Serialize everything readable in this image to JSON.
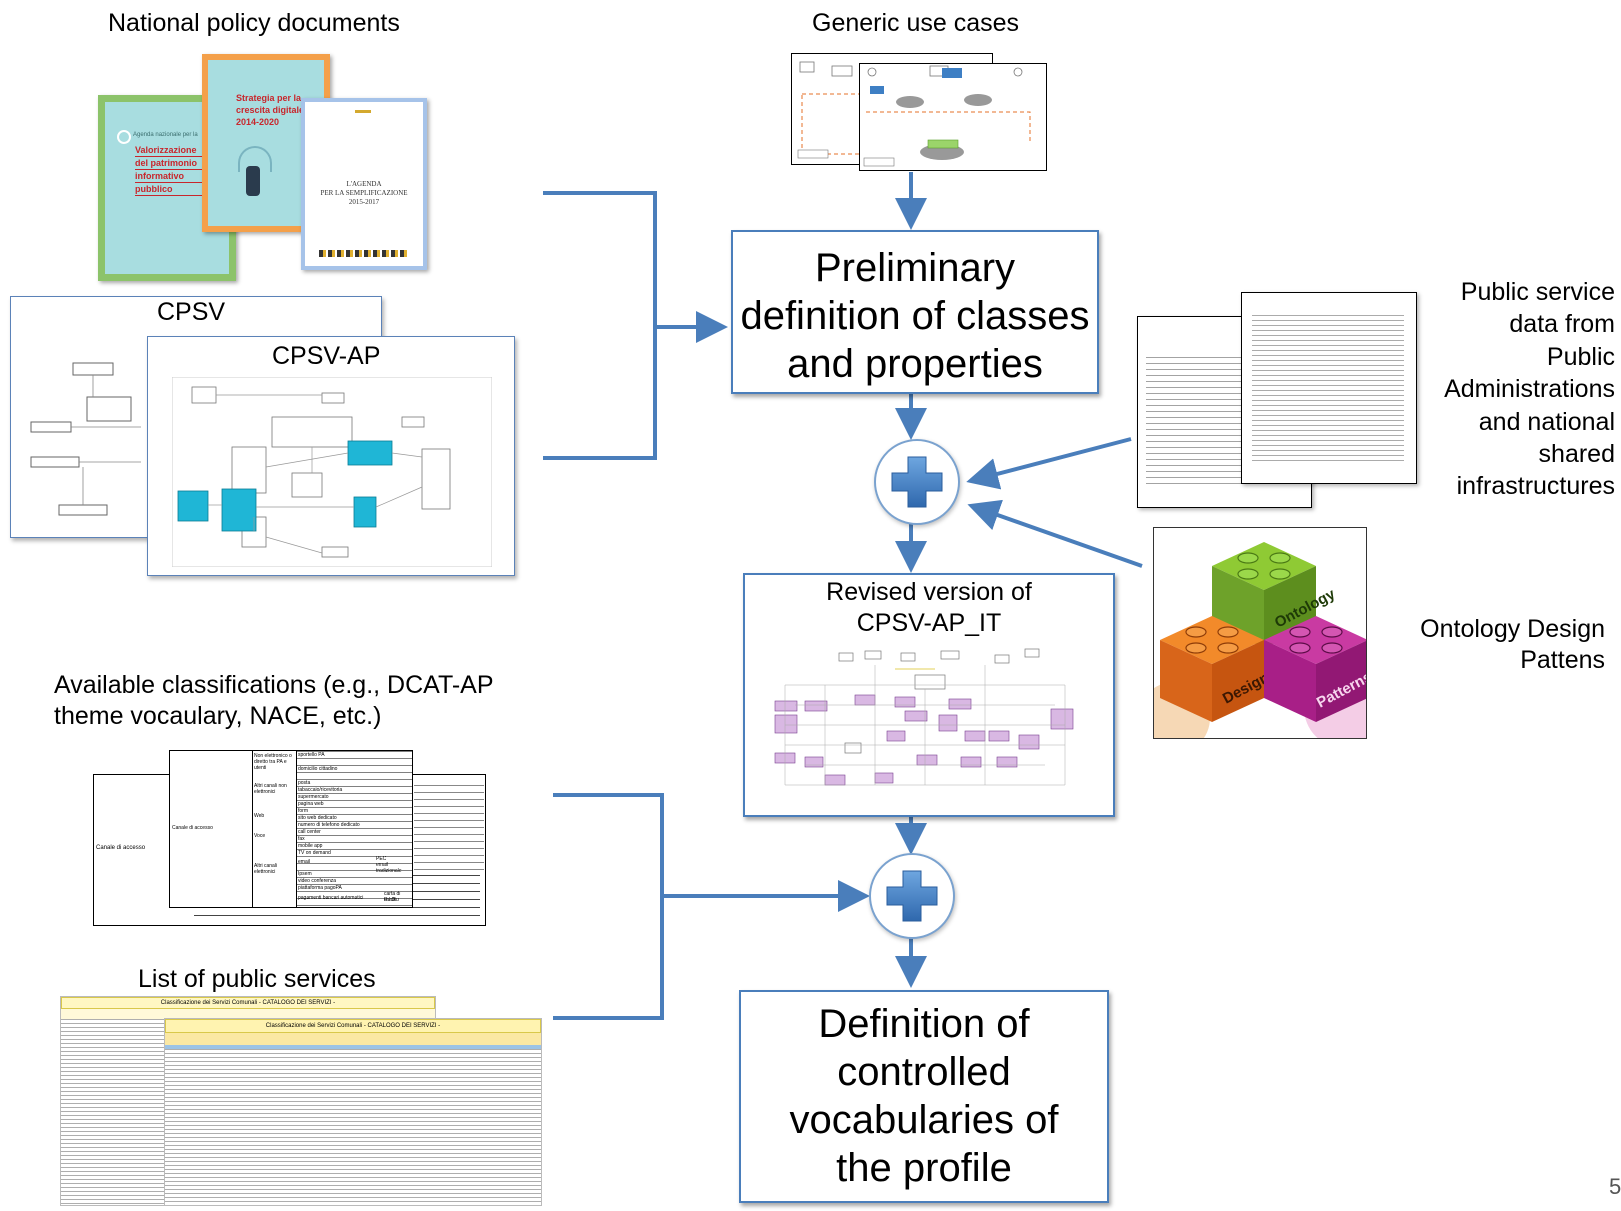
{
  "labels": {
    "national_policy": "National policy documents",
    "generic_use_cases": "Generic use cases",
    "cpsv": "CPSV",
    "cpsv_ap": "CPSV-AP",
    "classifications": "Available classifications (e.g., DCAT-AP theme vocaulary, NACE, etc.)",
    "classifications_line1": "Available classifications (e.g., DCAT-AP",
    "classifications_line2": "theme vocaulary, NACE, etc.)",
    "list_services": "List of public services",
    "public_service_data": [
      "Public service",
      "data from",
      "Public",
      "Administrations",
      "and national",
      "shared",
      "infrastructures"
    ],
    "odp": [
      "Ontology Design",
      "Pattens"
    ],
    "revised_line1": "Revised version of",
    "revised_line2": "CPSV-AP_IT"
  },
  "boxes": {
    "preliminary": [
      "Preliminary",
      "definition of classes",
      "and properties"
    ],
    "definition": [
      "Definition of",
      "controlled",
      "vocabularies of",
      "the profile"
    ]
  },
  "documents": {
    "doc_green": [
      "Agenda nazionale per la",
      "Valorizzazione",
      "del patrimonio",
      "informativo",
      "pubblico"
    ],
    "doc_orange": [
      "Strategia per la",
      "crescita digitale",
      "2014-2020"
    ],
    "doc_blue": [
      "L'AGENDA",
      "PER LA SEMPLIFICAZIONE",
      "2015-2017"
    ]
  },
  "blocks": {
    "ontology": "Ontology",
    "design": "Design",
    "patterns": "Patterns"
  },
  "spreadsheet": {
    "title1": "Classificazione dei Servizi Comunali - CATALOGO DEI SERVIZI -",
    "title2": "Classificazione dei Servizi Comunali - CATALOGO DEI SERVIZI -"
  },
  "table": {
    "left_cell": "Canale di accesso",
    "col_header": "Canale di accesso",
    "rows": [
      "Non elettronico o diretto tra PA e utenti",
      "Altri canali non elettronici",
      "Web",
      "Voce",
      "Altri canali elettronici"
    ],
    "right_values": [
      "sportello PA",
      "domicilio cittadino",
      "posta",
      "tabaccaio/ricevitoria",
      "supermercato",
      "pagina web",
      "form",
      "sito web dedicato",
      "numero di telefono dedicato",
      "call center",
      "fax",
      "mobile app",
      "TV on demand",
      "email",
      "PEC",
      "email tradizionale",
      "Ipsem",
      "video conferenza",
      "piattaforma pagoPA",
      "pagamenti bancari automatici",
      "carta di credito",
      "R.I.D."
    ]
  },
  "page_number": "5",
  "colors": {
    "accent": "#4a7ebb",
    "plus": "#3a78c5",
    "green_block": "#77b41f",
    "orange_block": "#e2711d",
    "magenta_block": "#b01d8e"
  },
  "icons": [
    "plus-icon",
    "plus-icon"
  ]
}
